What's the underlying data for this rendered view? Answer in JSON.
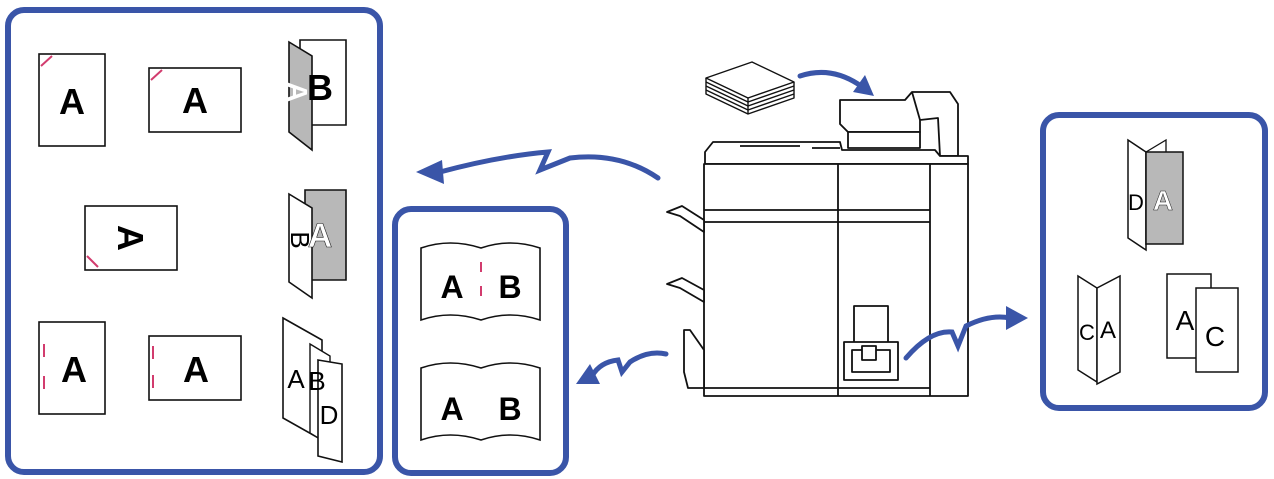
{
  "colors": {
    "panel_border": "#3a55a8",
    "arrow": "#3a55a8",
    "staple": "#d23c6e",
    "line": "#111111",
    "gray_page": "#b8b8b8"
  },
  "icons": {
    "paper_stack": "paper-stack-icon",
    "machine": "printer-finisher-icon"
  },
  "left_panel": {
    "staple_top_left_portrait": "A",
    "staple_top_left_landscape": "A",
    "fold_portrait_back": "A",
    "fold_portrait_front": "B",
    "staple_bottom_left_rotated": "A",
    "fold_gray_back": "B",
    "fold_gray_front": "A",
    "staple_left_two_portrait": "A",
    "staple_left_two_landscape": "A",
    "zfold_a": "A",
    "zfold_b": "B",
    "zfold_d": "D"
  },
  "middle_panel": {
    "booklet_stapled_left": "A",
    "booklet_stapled_right": "B",
    "booklet_folded_left": "A",
    "booklet_folded_right": "B"
  },
  "right_panel": {
    "accordion_back": "D",
    "accordion_front": "A",
    "letter_fold_c": "C",
    "letter_fold_a": "A",
    "double_page_a": "A",
    "double_page_c": "C"
  }
}
